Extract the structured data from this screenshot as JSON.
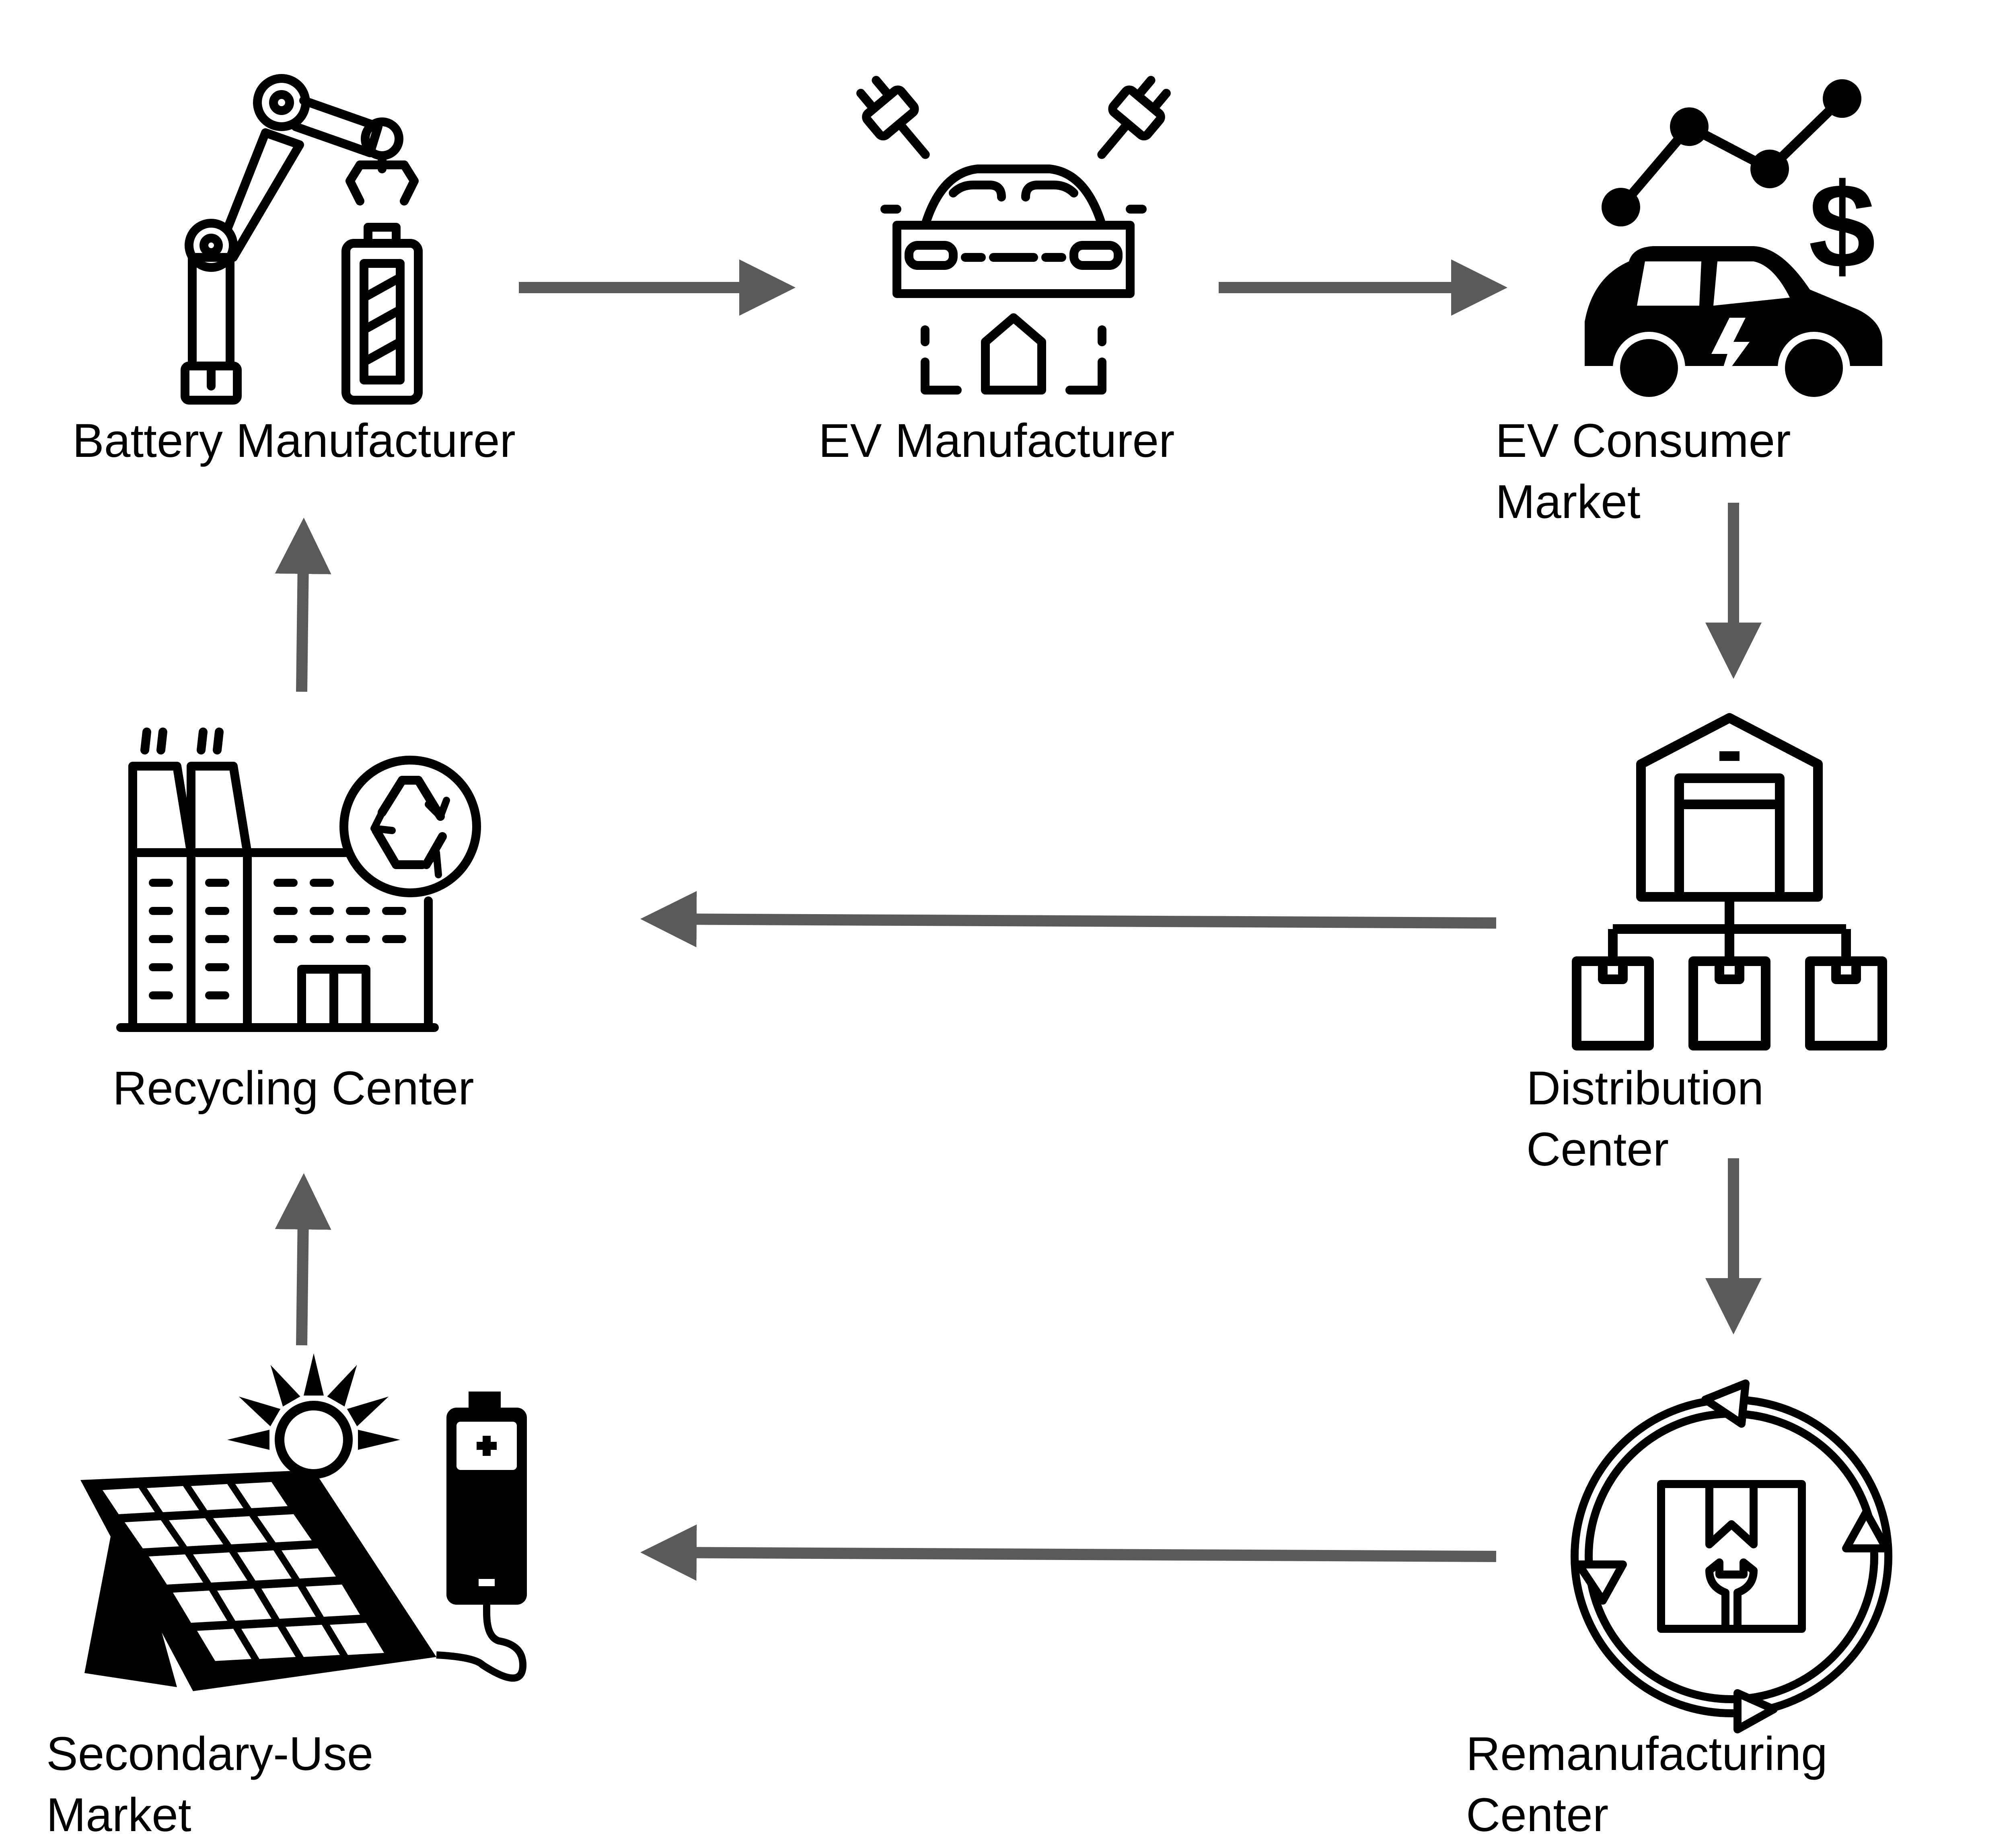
{
  "diagram": {
    "nodes": {
      "battery_manufacturer": {
        "label": [
          "Battery Manufacturer"
        ],
        "icon": "robot-arm-battery-icon"
      },
      "ev_manufacturer": {
        "label": [
          "EV Manufacturer"
        ],
        "icon": "ev-charging-car-icon"
      },
      "ev_consumer_market": {
        "label": [
          "EV Consumer",
          "Market"
        ],
        "icon": "car-market-chart-icon"
      },
      "distribution_center": {
        "label": [
          "Distribution",
          "Center"
        ],
        "icon": "warehouse-distribution-icon"
      },
      "remanufacturing_center": {
        "label": [
          "Remanufacturing",
          "Center"
        ],
        "icon": "remanufacture-cycle-icon"
      },
      "secondary_use_market": {
        "label": [
          "Secondary-Use",
          "Market"
        ],
        "icon": "solar-panel-battery-icon"
      },
      "recycling_center": {
        "label": [
          "Recycling Center"
        ],
        "icon": "recycling-factory-icon"
      }
    },
    "edges": [
      {
        "from": "battery_manufacturer",
        "to": "ev_manufacturer"
      },
      {
        "from": "ev_manufacturer",
        "to": "ev_consumer_market"
      },
      {
        "from": "ev_consumer_market",
        "to": "distribution_center"
      },
      {
        "from": "distribution_center",
        "to": "recycling_center"
      },
      {
        "from": "distribution_center",
        "to": "remanufacturing_center"
      },
      {
        "from": "remanufacturing_center",
        "to": "secondary_use_market"
      },
      {
        "from": "secondary_use_market",
        "to": "recycling_center"
      },
      {
        "from": "recycling_center",
        "to": "battery_manufacturer"
      }
    ],
    "colors": {
      "arrow": "#5a5a5a",
      "icon": "#000000",
      "text": "#000000"
    }
  }
}
